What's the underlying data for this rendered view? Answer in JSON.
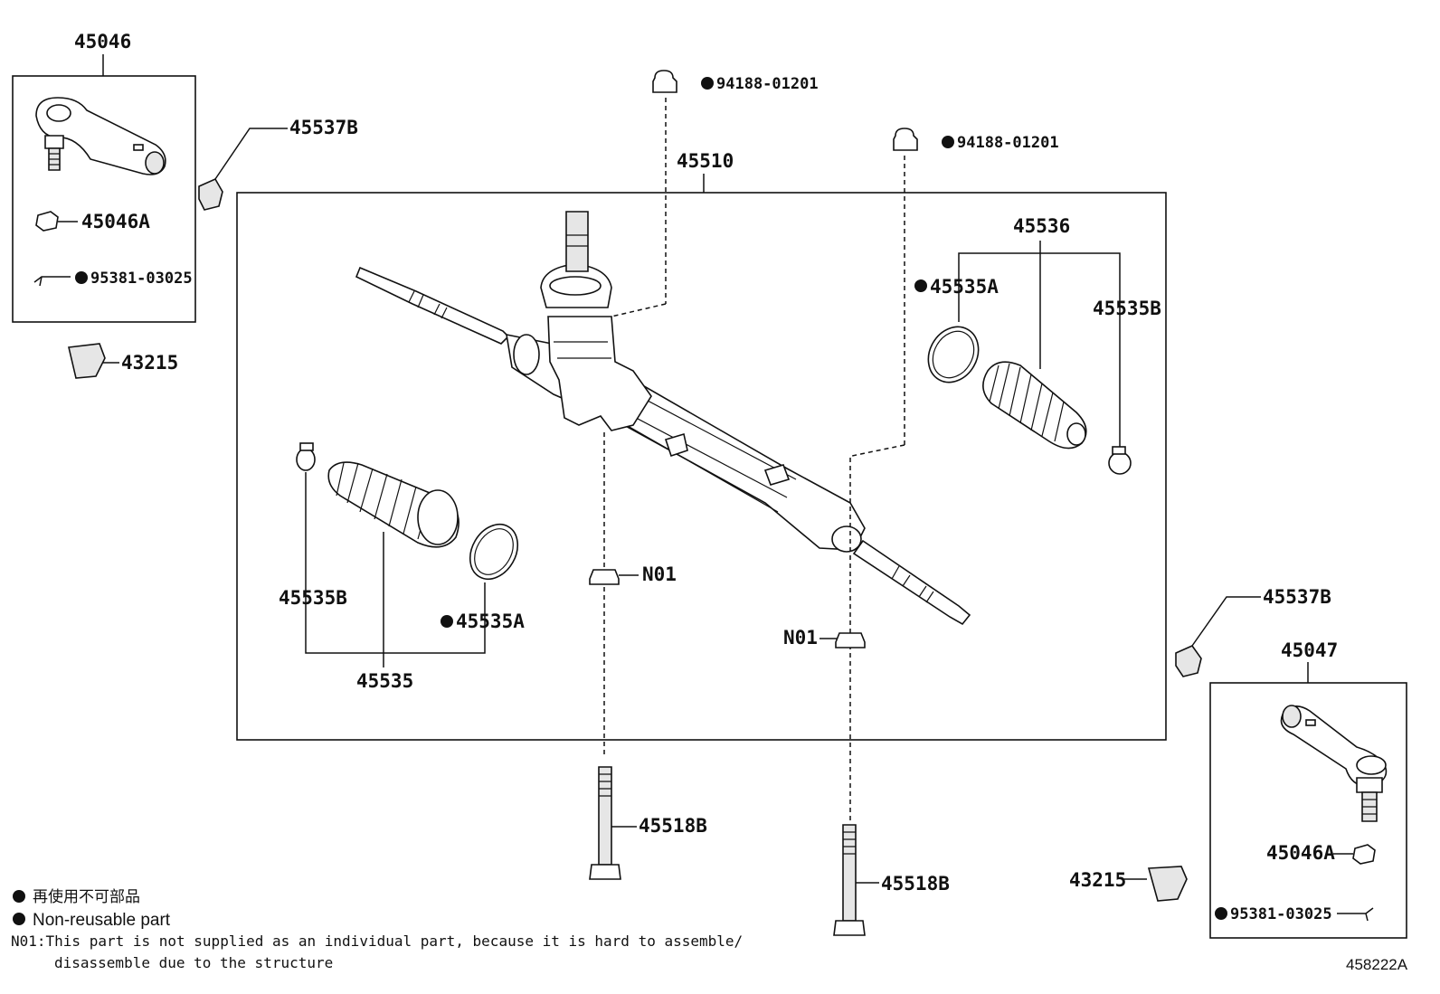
{
  "parts": {
    "tie_rod_end_lh": "45046",
    "tie_rod_end_rh": "45047",
    "nut_45046a": "45046A",
    "pin": "95381-03025",
    "boot_45537b": "45537B",
    "cover": "43215",
    "rack_assembly": "45510",
    "nut_upper": "94188-01201",
    "boot_set": "45536",
    "boot_set_lh": "45535",
    "clamp_a": "45535A",
    "clamp_b": "45535B",
    "n01": "N01",
    "bolt": "45518B"
  },
  "notes": {
    "jp": "再使用不可部品",
    "en": "Non-reusable part",
    "n01_line1": "N01:This part is not supplied as an individual part, because it is hard to assemble/",
    "n01_line2": "disassemble due to the structure"
  },
  "figure_id": "458222A"
}
